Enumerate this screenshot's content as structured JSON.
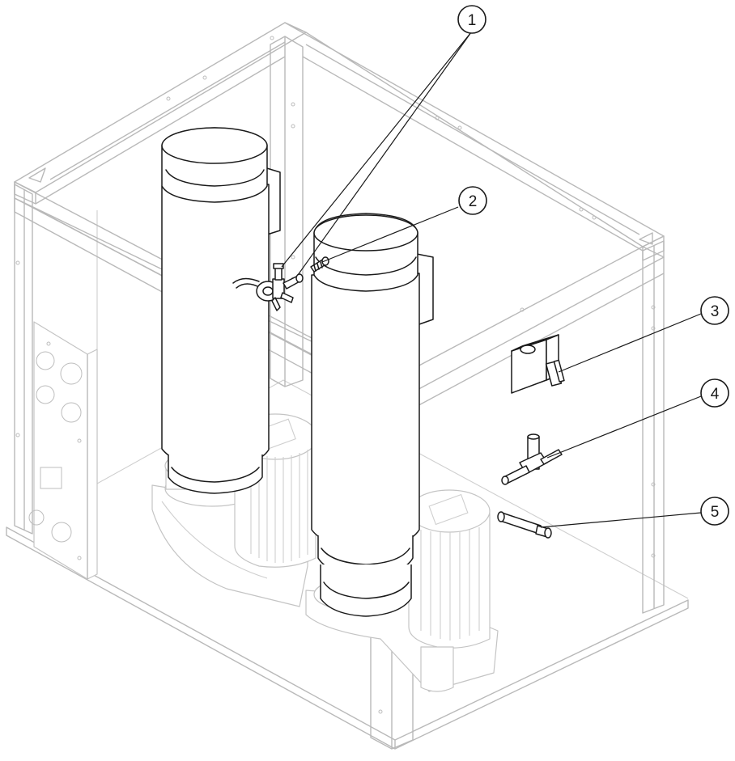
{
  "callouts": [
    {
      "label": "1"
    },
    {
      "label": "2"
    },
    {
      "label": "3"
    },
    {
      "label": "4"
    },
    {
      "label": "5"
    }
  ],
  "colors": {
    "line_dark": "#1a1a1a",
    "line_light": "#b9b9b9",
    "background": "#ffffff"
  }
}
